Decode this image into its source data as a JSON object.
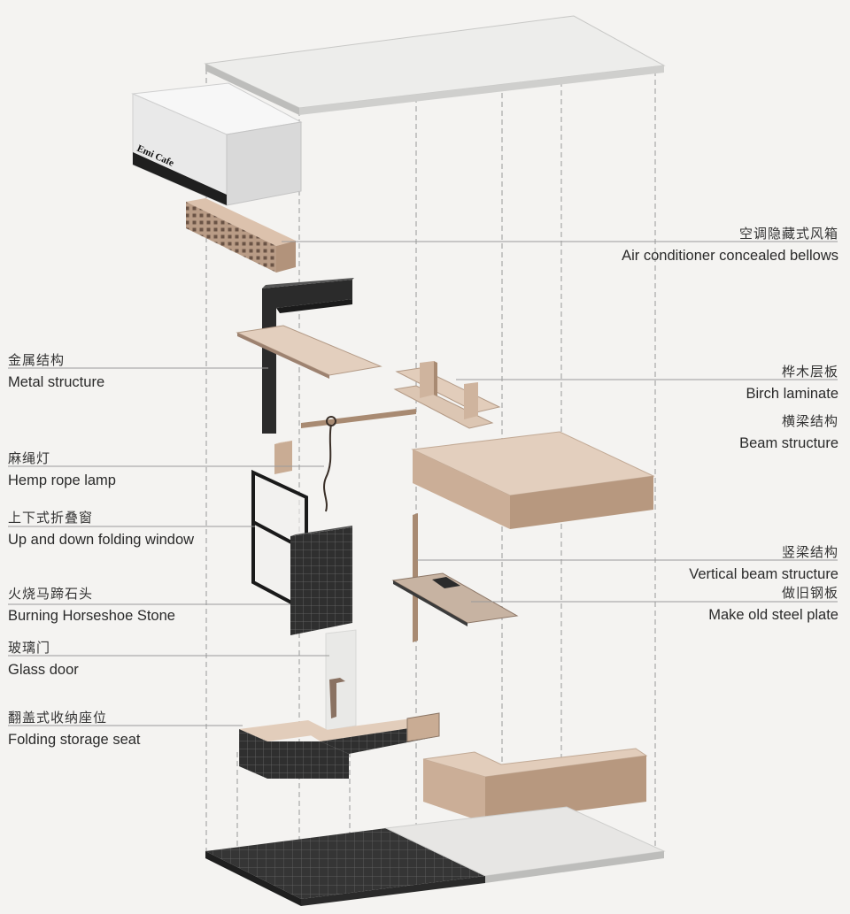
{
  "sign_text": "Emi Cafe",
  "labels": {
    "left": [
      {
        "zh": "金属结构",
        "en": "Metal structure"
      },
      {
        "zh": "麻绳灯",
        "en": "Hemp rope lamp"
      },
      {
        "zh": "上下式折叠窗",
        "en": "Up and down folding window"
      },
      {
        "zh": "火烧马蹄石头",
        "en": "Burning Horseshoe Stone"
      },
      {
        "zh": "玻璃门",
        "en": "Glass door"
      },
      {
        "zh": "翻盖式收纳座位",
        "en": "Folding storage seat"
      }
    ],
    "right": [
      {
        "zh": "空调隐藏式风箱",
        "en": "Air conditioner concealed bellows"
      },
      {
        "zh": "桦木层板",
        "en": "Birch laminate"
      },
      {
        "zh": "横梁结构",
        "en": "Beam structure"
      },
      {
        "zh": "竖梁结构",
        "en": "Vertical beam structure"
      },
      {
        "zh": "做旧钢板",
        "en": "Make old steel plate"
      }
    ]
  },
  "colors": {
    "background": "#f4f3f1",
    "wood_top": "#e2cdbb",
    "wood_side": "#c9ac94",
    "wood_dark": "#a88a72",
    "metal": "#2b2b2b",
    "tile": "#3a3a3a",
    "concrete": "#e6e6e4",
    "leader_line": "#9a9a9a"
  }
}
